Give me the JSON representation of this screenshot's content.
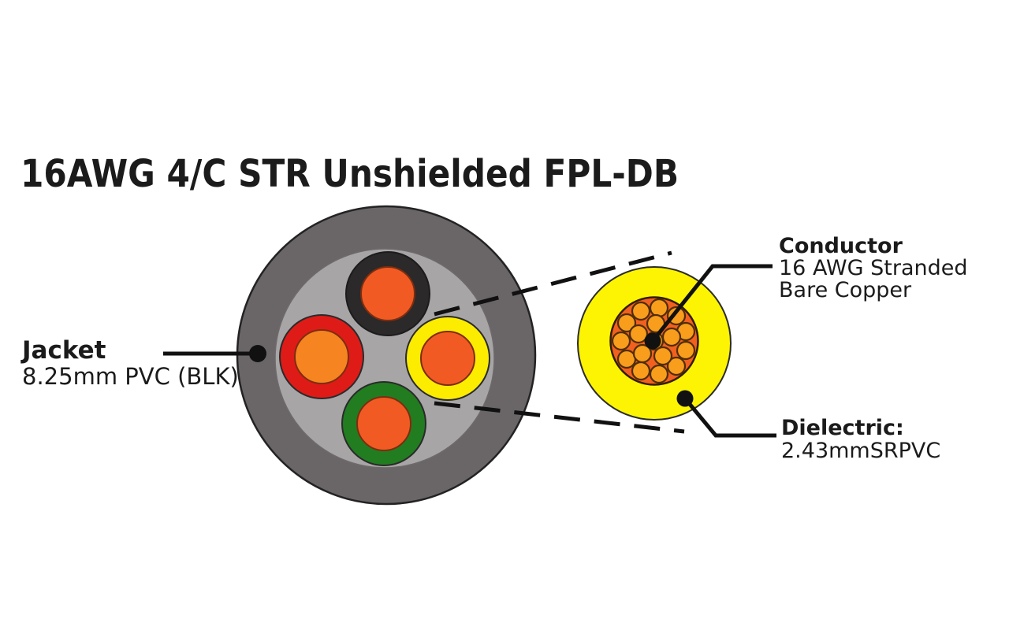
{
  "title": "16AWG 4/C STR Unshielded FPL-DB",
  "labels": {
    "jacket": {
      "name": "Jacket",
      "spec": "8.25mm PVC (BLK)"
    },
    "conductor": {
      "name": "Conductor",
      "spec_line1": "16 AWG Stranded",
      "spec_line2": "Bare Copper"
    },
    "dielectric": {
      "name": "Dielectric:",
      "spec": "2.43mmSRPVC"
    }
  },
  "colors": {
    "background": "#ffffff",
    "text": "#1b1b1b",
    "line": "#111111",
    "jacket_gray": "#6a6668",
    "filler_gray": "#a8a5a7",
    "ring_black": "#2b292a",
    "ring_red": "#df1b18",
    "ring_yellow": "#fbec00",
    "ring_green": "#217d20",
    "core_orange": "#f15b23",
    "core_orange_light": "#f68420",
    "detail_yellow": "#fdf403",
    "detail_copper": "#f2601f",
    "strand_orange": "#f89d1c"
  }
}
